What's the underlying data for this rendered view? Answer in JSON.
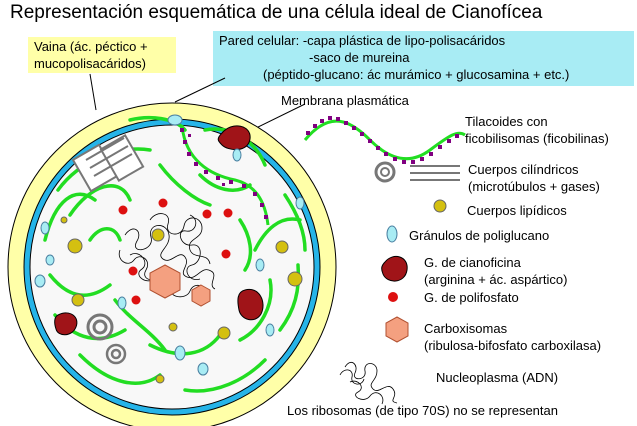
{
  "title": "Representación esquemática de una célula ideal de Cianofícea",
  "vaina": {
    "line1": "Vaina (ác. péctico +",
    "line2": "mucopolisacáridos)"
  },
  "pared": {
    "line1": "Pared celular: -capa plástica de lipo-polisacáridos",
    "line2": "-saco de mureina",
    "line3": "(péptido-glucano: ác murámico + glucosamina + etc.)"
  },
  "membrana": "Membrana plasmática",
  "legend": {
    "tilacoides": [
      "Tilacoides con",
      "ficobilisomas (ficobilinas)"
    ],
    "cuerpos_cilindricos": [
      "Cuerpos cilíndricos",
      "(microtúbulos + gases)"
    ],
    "cuerpos_lipidicos": "Cuerpos lipídicos",
    "granulos_poliglucano": "Gránulos de poliglucano",
    "cianoficina": [
      "G. de cianoficina",
      "(arginina + ác. aspártico)"
    ],
    "polifosfato": "G. de polifosfato",
    "carboxisomas": [
      "Carboxisomas",
      "(ribulosa-bifosfato carboxilasa)"
    ],
    "nucleoplasma": "Nucleoplasma (ADN)",
    "ribosomas": "Los ribosomas (de tipo 70S) no se representan"
  },
  "colors": {
    "vaina": "#ffffa8",
    "pared": "#26b4e8",
    "pared_box": "#a8ecf4",
    "tilacoide": "#22dd22",
    "ficobilisoma": "#800080",
    "lipidico": "#d4c010",
    "poliglucano": "#a8ecf4",
    "cianoficina": "#a01418",
    "polifosfato": "#dd1010",
    "carboxisoma": "#f4a080",
    "cilindrico": "#888888"
  }
}
